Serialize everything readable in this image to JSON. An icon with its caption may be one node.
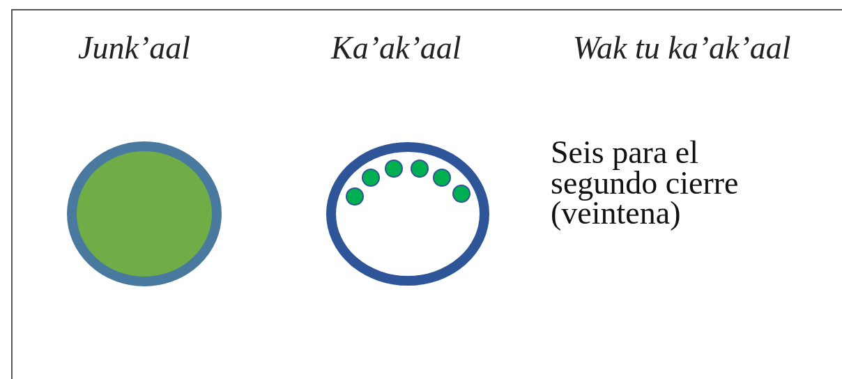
{
  "diagram": {
    "labels": [
      "Junk’aal",
      "Ka’ak’aal",
      "Wak tu ka’ak’aal",
      "Seis para el segundo cierre (veintena)"
    ]
  }
}
